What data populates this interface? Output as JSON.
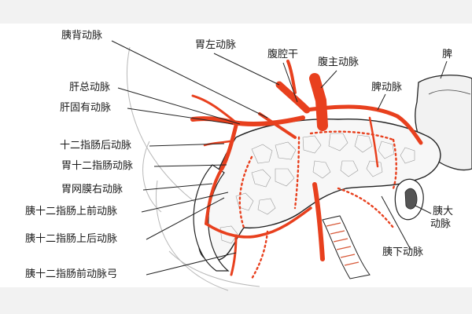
{
  "labels": {
    "pancreatic_dorsal": "胰背动脉",
    "left_gastric": "胃左动脉",
    "celiac_trunk": "腹腔干",
    "abdominal_aorta": "腹主动脉",
    "spleen": "脾",
    "common_hepatic": "肝总动脉",
    "splenic": "脾动脉",
    "proper_hepatic": "肝固有动脉",
    "posterior_duodenal": "十二指肠后动脉",
    "gastroduodenal": "胃十二指肠动脉",
    "right_gastroepiploic": "胃网膜右动脉",
    "great_pancreatic_1": "胰大",
    "great_pancreatic_2": "动脉",
    "anterior_sup_pd": "胰十二指肠上前动脉",
    "posterior_sup_pd": "胰十二指肠上后动脉",
    "inferior_pancreatic": "胰下动脉",
    "anterior_pd_arcade": "胰十二指肠前动脉弓"
  },
  "colors": {
    "artery": "#e8401e",
    "outline": "#222222",
    "parenchyma_fill": "#f7f7f7",
    "background_band": "#f2f2f2"
  }
}
